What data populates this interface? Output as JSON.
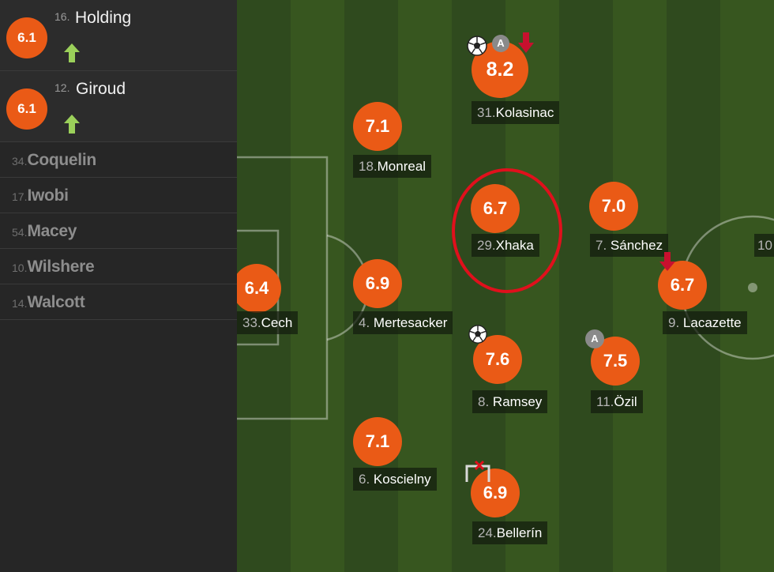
{
  "sidebar": {
    "substitutes_in": [
      {
        "rating": "6.1",
        "number": "16.",
        "name": "Holding",
        "icon": "sub-in-arrow-icon"
      },
      {
        "rating": "6.1",
        "number": "12.",
        "name": "Giroud",
        "icon": "sub-in-arrow-icon"
      }
    ],
    "bench": [
      {
        "number": "34.",
        "name": "Coquelin"
      },
      {
        "number": "17.",
        "name": "Iwobi"
      },
      {
        "number": "54.",
        "name": "Macey"
      },
      {
        "number": "10.",
        "name": "Wilshere"
      },
      {
        "number": "14.",
        "name": "Walcott"
      }
    ]
  },
  "pitch": {
    "players": {
      "kolasinac": {
        "rating": "8.2",
        "number": "31.",
        "name": "Kolasinac"
      },
      "monreal": {
        "rating": "7.1",
        "number": "18.",
        "name": "Monreal"
      },
      "xhaka": {
        "rating": "6.7",
        "number": "29.",
        "name": "Xhaka"
      },
      "sanchez": {
        "rating": "7.0",
        "number": "7.",
        "name": "Sánchez"
      },
      "cech": {
        "rating": "6.4",
        "number": "33.",
        "name": "Cech"
      },
      "mertesacker": {
        "rating": "6.9",
        "number": "4.",
        "name": "Mertesacker"
      },
      "lacazette": {
        "rating": "6.7",
        "number": "9.",
        "name": "Lacazette"
      },
      "ramsey": {
        "rating": "7.6",
        "number": "8.",
        "name": "Ramsey"
      },
      "ozil": {
        "rating": "7.5",
        "number": "11.",
        "name": "Özil"
      },
      "koscielny": {
        "rating": "7.1",
        "number": "6.",
        "name": "Koscielny"
      },
      "bellerin": {
        "rating": "6.9",
        "number": "24.",
        "name": "Bellerín"
      }
    },
    "edge_label": "10"
  },
  "colors": {
    "rating_badge": "#ea5a16",
    "highlight_circle": "#e0101c",
    "sub_in_arrow": "#9bd05a",
    "sub_out_arrow": "#c8102e",
    "pitch_dark": "#2f4a1e",
    "pitch_light": "#3a5a24"
  }
}
